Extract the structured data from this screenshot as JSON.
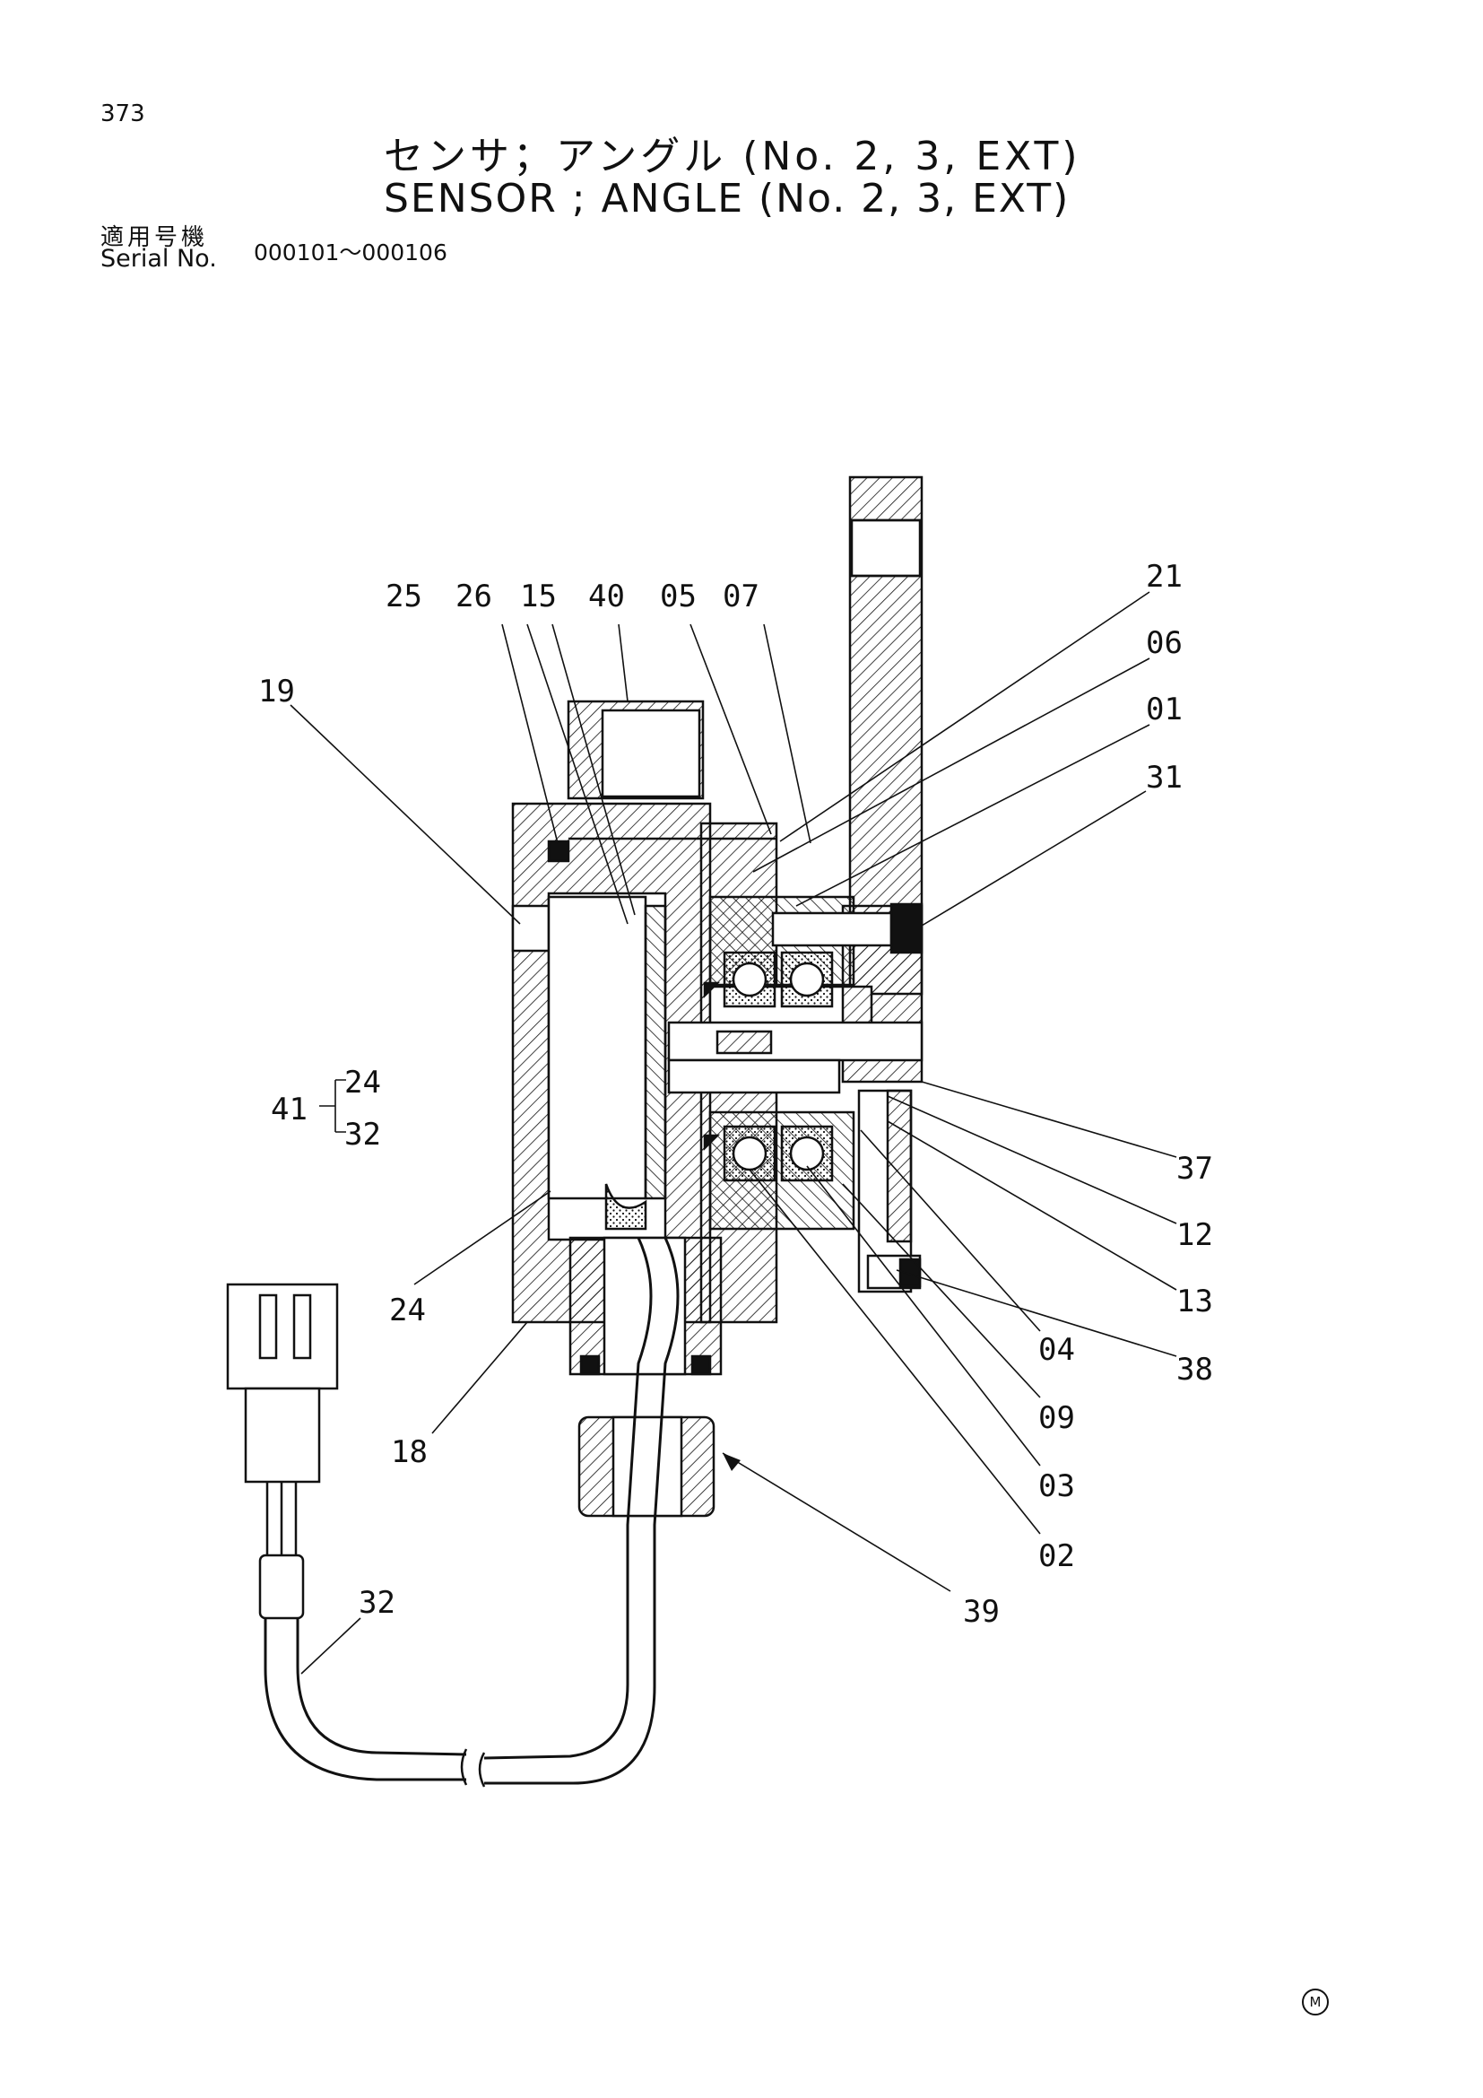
{
  "header": {
    "page_number": "373",
    "title_jp": "センサ；アングル (No. 2, 3, EXT)",
    "title_en": "SENSOR ; ANGLE (No. 2, 3, EXT)",
    "serial_label_jp": "適用号機",
    "serial_label_en": "Serial No.",
    "serial_range": "000101～000106"
  },
  "callouts": {
    "c25": "25",
    "c26": "26",
    "c15": "15",
    "c40": "40",
    "c05": "05",
    "c07": "07",
    "c21": "21",
    "c06": "06",
    "c01": "01",
    "c31": "31",
    "c19": "19",
    "c24a": "24",
    "c32a": "32",
    "c41": "41",
    "c37": "37",
    "c12": "12",
    "c13": "13",
    "c38": "38",
    "c24": "24",
    "c04": "04",
    "c09": "09",
    "c03": "03",
    "c02": "02",
    "c18": "18",
    "c39": "39",
    "c32": "32"
  },
  "footer_mark": "M"
}
